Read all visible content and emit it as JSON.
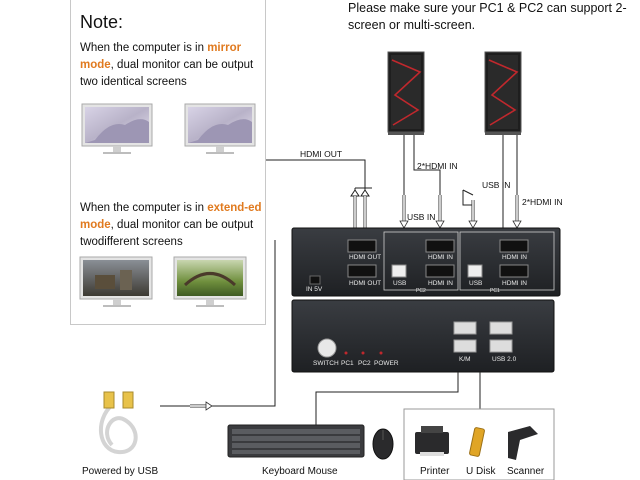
{
  "note": {
    "title": "Note:",
    "mirror_pre": "When the computer is in ",
    "mirror_hl": "mirror mode",
    "mirror_post": ", dual monitor can be output two identical screens",
    "extended_pre": "When the computer is in ",
    "extended_hl": "extend-ed mode",
    "extended_post": ", dual monitor can be output twodifferent screens"
  },
  "top_note": "Please make sure your PC1 & PC2 can support 2-screen or multi-screen.",
  "cable_labels": {
    "hdmi_out": "HDMI OUT",
    "hdmi_in_pc2": "2*HDMI IN",
    "usb_in_pc2": "USB IN",
    "usb_in_pc1": "USB IN",
    "hdmi_in_pc1": "2*HDMI IN"
  },
  "back_panel": {
    "in5v": "IN 5V",
    "hdmi_out_1": "HDMI OUT",
    "hdmi_out_2": "HDMI OUT",
    "pc2_hdmi_in_1": "HDMI IN",
    "pc2_usb": "USB",
    "pc2_hdmi_in_2": "HDMI IN",
    "pc2_tag": "PC2",
    "pc1_hdmi_in_1": "HDMI IN",
    "pc1_usb": "USB",
    "pc1_hdmi_in_2": "HDMI IN",
    "pc1_tag": "PC1"
  },
  "front_panel": {
    "switch": "SWITCH",
    "pc1": "PC1",
    "pc2": "PC2",
    "power": "POWER",
    "km": "K/M",
    "usb20": "USB 2.0"
  },
  "bottom": {
    "powered_by_usb": "Powered by USB",
    "keyboard_mouse": "Keyboard Mouse",
    "printer": "Printer",
    "udisk": "U Disk",
    "scanner": "Scanner"
  },
  "colors": {
    "highlight": "#e07a1f",
    "kvm_body": "#2b2d31",
    "monitor_screen_mirror": "#c9c3d8",
    "pc_case": "#222222",
    "pc_accent": "#c0282d"
  }
}
